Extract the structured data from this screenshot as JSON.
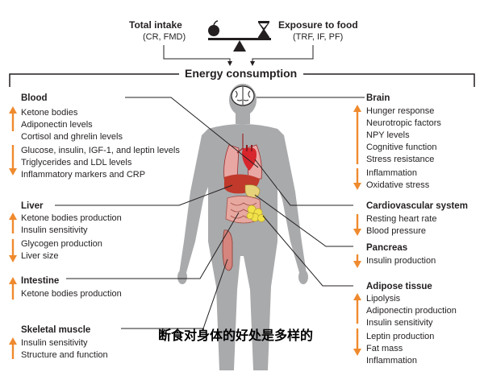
{
  "header": {
    "left_title": "Total intake",
    "left_sub": "(CR, FMD)",
    "right_title": "Exposure to food",
    "right_sub": "(TRF, IF, PF)",
    "energy": "Energy consumption"
  },
  "left": {
    "blood": {
      "title": "Blood",
      "up": [
        "Ketone bodies",
        "Adiponectin levels",
        "Cortisol and ghrelin levels"
      ],
      "down": [
        "Glucose, insulin, IGF-1, and leptin levels",
        "Triglycerides and LDL levels",
        "Inflammatory markers and CRP"
      ]
    },
    "liver": {
      "title": "Liver",
      "up": [
        "Ketone bodies production",
        "Insulin sensitivity"
      ],
      "down": [
        "Glycogen production",
        "Liver size"
      ]
    },
    "intestine": {
      "title": "Intestine",
      "up": [
        "Ketone bodies production"
      ]
    },
    "muscle": {
      "title": "Skeletal muscle",
      "up": [
        "Insulin sensitivity",
        "Structure and function"
      ]
    }
  },
  "right": {
    "brain": {
      "title": "Brain",
      "up": [
        "Hunger response",
        "Neurotropic factors",
        "NPY levels",
        "Cognitive function",
        "Stress resistance"
      ],
      "down": [
        "Inflammation",
        "Oxidative stress"
      ]
    },
    "cardio": {
      "title": "Cardiovascular system",
      "down": [
        "Resting heart rate",
        "Blood pressure"
      ]
    },
    "pancreas": {
      "title": "Pancreas",
      "down": [
        "Insulin production"
      ]
    },
    "adipose": {
      "title": "Adipose tissue",
      "up": [
        "Lipolysis",
        "Adiponectin production",
        "Insulin sensitivity"
      ],
      "down": [
        "Leptin production",
        "Fat mass",
        "Inflammation"
      ]
    }
  },
  "caption": "断食对身体的好处是多样的",
  "colors": {
    "arrow": "#ef8a2e",
    "body": "#a9aaac",
    "line": "#231f20",
    "heart": "#d7262d",
    "liver": "#c0392b",
    "fat": "#f2e24a"
  },
  "icons": [
    "apple-icon",
    "hourglass-icon",
    "balance-scale-icon"
  ]
}
